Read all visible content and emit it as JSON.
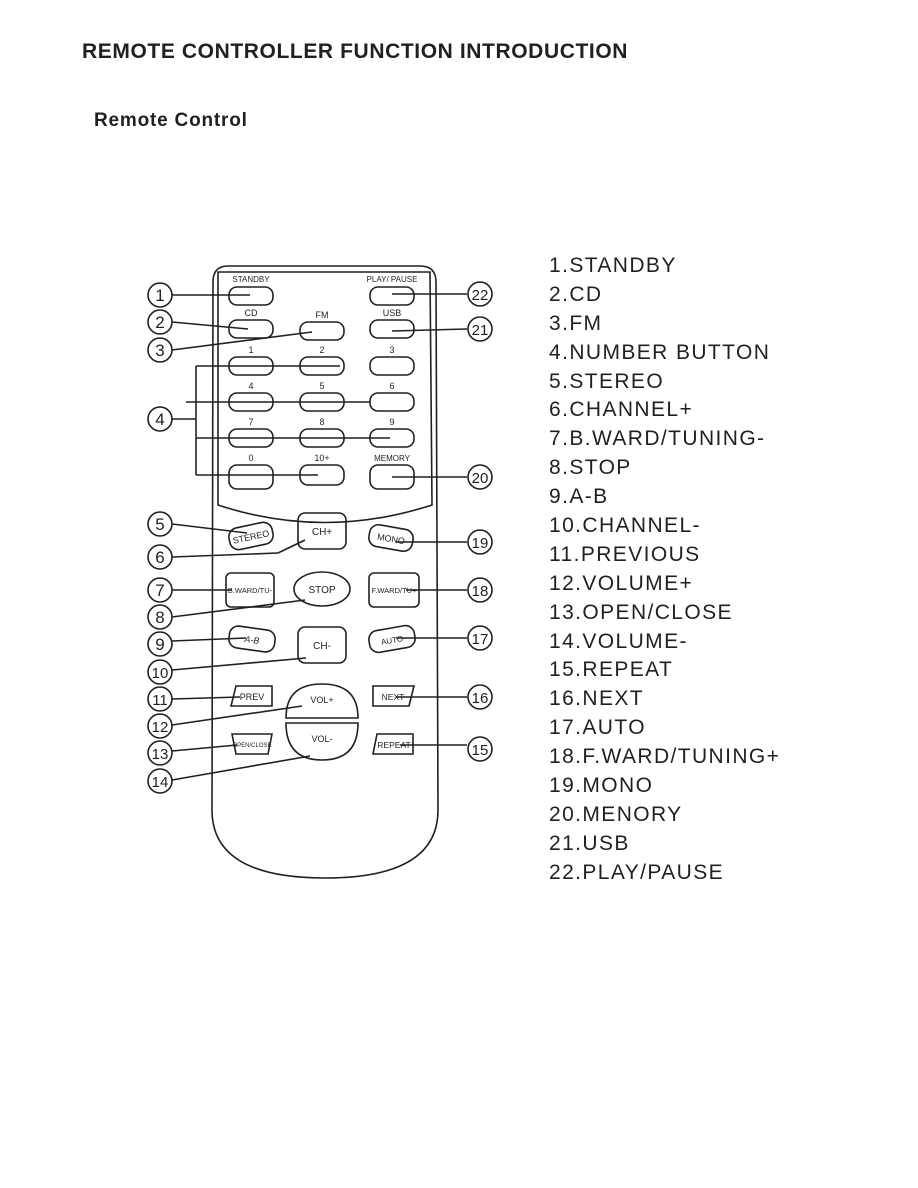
{
  "header": {
    "title": "REMOTE CONTROLLER FUNCTION INTRODUCTION",
    "subtitle": "Remote Control"
  },
  "remote": {
    "buttons": {
      "standby": "STANDBY",
      "play_pause": "PLAY/ PAUSE",
      "cd": "CD",
      "fm": "FM",
      "usb": "USB",
      "n1": "1",
      "n2": "2",
      "n3": "3",
      "n4": "4",
      "n5": "5",
      "n6": "6",
      "n7": "7",
      "n8": "8",
      "n9": "9",
      "n0": "0",
      "n10": "10+",
      "memory": "MEMORY",
      "stereo": "STEREO",
      "ch_plus": "CH+",
      "mono": "MONO",
      "bward": "B.WARD/TU-",
      "stop": "STOP",
      "fward": "F.WARD/TU+",
      "ab": "A-B",
      "ch_minus": "CH-",
      "auto": "AUTO",
      "prev": "PREV",
      "vol_plus": "VOL+",
      "next": "NEXT",
      "open_close": "OPEN/CLOSE",
      "vol_minus": "VOL-",
      "repeat": "REPEAT"
    },
    "callouts": [
      "1",
      "2",
      "3",
      "4",
      "5",
      "6",
      "7",
      "8",
      "9",
      "10",
      "11",
      "12",
      "13",
      "14",
      "15",
      "16",
      "17",
      "18",
      "19",
      "20",
      "21",
      "22"
    ]
  },
  "legend": [
    "1.STANDBY",
    "2.CD",
    "3.FM",
    "4.NUMBER BUTTON",
    "5.STEREO",
    "6.CHANNEL+",
    "7.B.WARD/TUNING-",
    "8.STOP",
    "9.A-B",
    "10.CHANNEL-",
    "11.PREVIOUS",
    "12.VOLUME+",
    "13.OPEN/CLOSE",
    "14.VOLUME-",
    "15.REPEAT",
    "16.NEXT",
    "17.AUTO",
    "18.F.WARD/TUNING+",
    "19.MONO",
    "20.MENORY",
    "21.USB",
    "22.PLAY/PAUSE"
  ]
}
